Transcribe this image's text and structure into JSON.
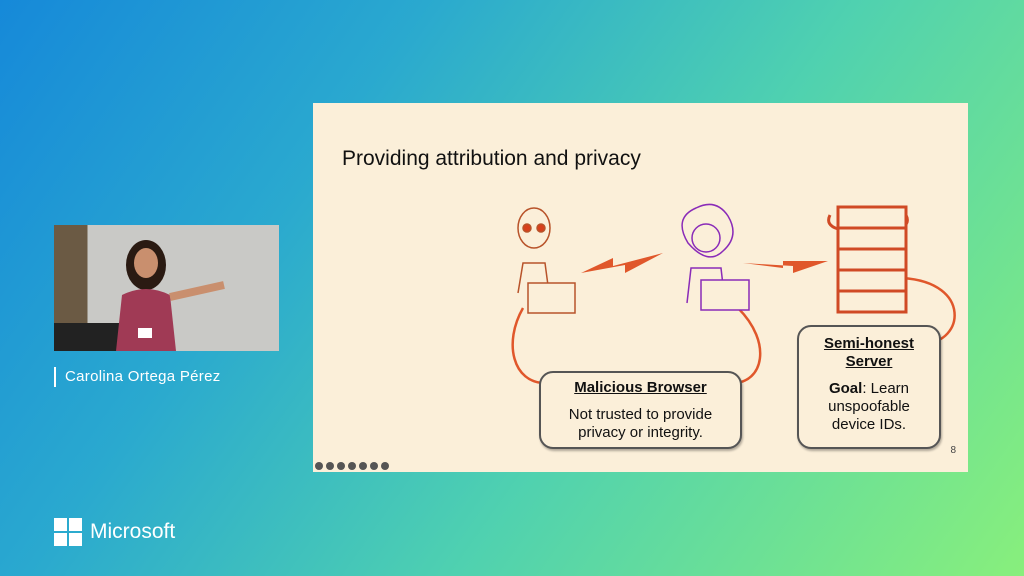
{
  "slide": {
    "title": "Providing attribution and privacy",
    "browser_box": {
      "heading": "Malicious Browser",
      "text": "Not trusted to provide privacy or integrity."
    },
    "server_box": {
      "heading": "Semi-honest Server",
      "goal_label": "Goal",
      "goal_text": ": Learn unspoofable device IDs."
    },
    "page_number": "8",
    "colors": {
      "accent": "#e0572b",
      "user": "#8a2bb8",
      "background": "#fbefd9"
    }
  },
  "speaker": {
    "name": "Carolina Ortega Pérez"
  },
  "brand": {
    "logo_text": "Microsoft"
  }
}
